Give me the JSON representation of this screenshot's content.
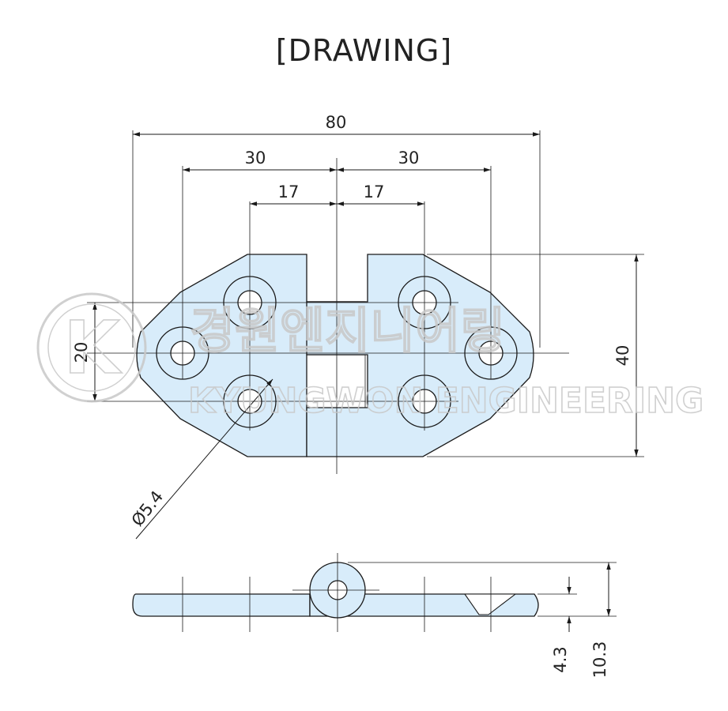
{
  "title": "[DRAWING]",
  "watermark": {
    "korean": "경원엔지니어링",
    "english": "KYUNGWON ENGINEERING",
    "logo_letter": "K"
  },
  "top_view": {
    "overall_width": "80",
    "hole_span_left": "30",
    "hole_span_right": "30",
    "inner_left": "17",
    "inner_right": "17",
    "hole_spacing_vertical": "20",
    "overall_height": "40",
    "hole_diameter": "Ø5.4"
  },
  "side_view": {
    "plate_thickness": "4.3",
    "total_height": "10.3"
  },
  "colors": {
    "part_fill": "#d8ecfa",
    "outline": "#1a1a1a",
    "watermark": "#c8c8c8"
  }
}
